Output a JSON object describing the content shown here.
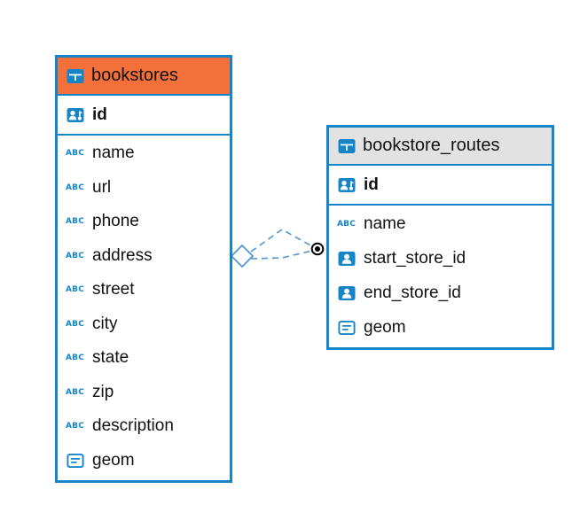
{
  "diagram": {
    "colors": {
      "table_border": "#1585c8",
      "icon_blue": "#1585c8",
      "relation_line": "#4f96d0",
      "bookstores_header": "#f4703b",
      "bookstore_routes_header": "#e2e2e2"
    },
    "tables": [
      {
        "name": "bookstores",
        "header_color": "#f4703b",
        "primary_keys": [
          {
            "name": "id",
            "icon": "primary-key-icon"
          }
        ],
        "columns": [
          {
            "name": "name",
            "icon": "text-type-icon"
          },
          {
            "name": "url",
            "icon": "text-type-icon"
          },
          {
            "name": "phone",
            "icon": "text-type-icon"
          },
          {
            "name": "address",
            "icon": "text-type-icon"
          },
          {
            "name": "street",
            "icon": "text-type-icon"
          },
          {
            "name": "city",
            "icon": "text-type-icon"
          },
          {
            "name": "state",
            "icon": "text-type-icon"
          },
          {
            "name": "zip",
            "icon": "text-type-icon"
          },
          {
            "name": "description",
            "icon": "text-type-icon"
          },
          {
            "name": "geom",
            "icon": "geometry-icon"
          }
        ]
      },
      {
        "name": "bookstore_routes",
        "header_color": "#e2e2e2",
        "primary_keys": [
          {
            "name": "id",
            "icon": "primary-key-icon"
          }
        ],
        "columns": [
          {
            "name": "name",
            "icon": "text-type-icon"
          },
          {
            "name": "start_store_id",
            "icon": "reference-icon"
          },
          {
            "name": "end_store_id",
            "icon": "reference-icon"
          },
          {
            "name": "geom",
            "icon": "geometry-icon"
          }
        ]
      }
    ],
    "relations": [
      {
        "from_table": "bookstores",
        "to_table": "bookstore_routes",
        "line_style": "dashed",
        "strands": 2
      }
    ]
  }
}
